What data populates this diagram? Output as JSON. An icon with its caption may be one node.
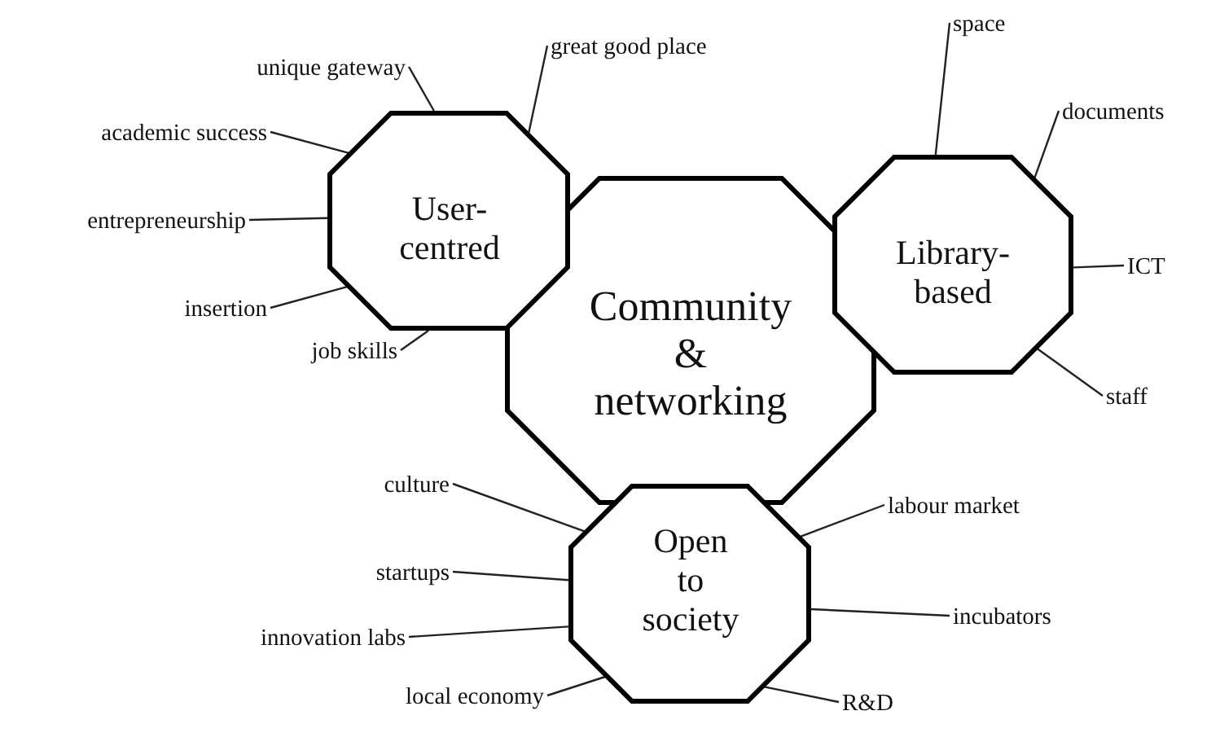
{
  "diagram": {
    "nodes": [
      {
        "text": [
          "Community & networking"
        ]
      },
      {
        "text": [
          "User- centred"
        ]
      },
      {
        "text": [
          "Library- based"
        ]
      },
      {
        "text": [
          "Open to society"
        ]
      },
      {
        "text": [
          "unique gateway"
        ]
      },
      {
        "text": [
          "great good place"
        ]
      },
      {
        "text": [
          "academic success"
        ]
      },
      {
        "text": [
          "entrepreneurship"
        ]
      },
      {
        "text": [
          "insertion"
        ]
      },
      {
        "text": [
          "job skills"
        ]
      },
      {
        "text": [
          "space"
        ]
      },
      {
        "text": [
          "documents"
        ]
      },
      {
        "text": [
          "ICT"
        ]
      },
      {
        "text": [
          "staff"
        ]
      },
      {
        "text": [
          "culture"
        ]
      },
      {
        "text": [
          "startups"
        ]
      },
      {
        "text": [
          "innovation labs"
        ]
      },
      {
        "text": [
          "local economy"
        ]
      },
      {
        "text": [
          "labour market"
        ]
      },
      {
        "text": [
          "incubators"
        ]
      },
      {
        "text": [
          "R&D"
        ]
      }
    ],
    "edges": [
      {
        "from": 4,
        "to": 1,
        "arrow": "none"
      },
      {
        "from": 5,
        "to": 1,
        "arrow": "none"
      },
      {
        "from": 6,
        "to": 1,
        "arrow": "none"
      },
      {
        "from": 7,
        "to": 1,
        "arrow": "none"
      },
      {
        "from": 8,
        "to": 1,
        "arrow": "none"
      },
      {
        "from": 9,
        "to": 1,
        "arrow": "none"
      },
      {
        "from": 10,
        "to": 2,
        "arrow": "none"
      },
      {
        "from": 11,
        "to": 2,
        "arrow": "none"
      },
      {
        "from": 12,
        "to": 2,
        "arrow": "none"
      },
      {
        "from": 13,
        "to": 2,
        "arrow": "none"
      },
      {
        "from": 14,
        "to": 3,
        "arrow": "none"
      },
      {
        "from": 15,
        "to": 3,
        "arrow": "none"
      },
      {
        "from": 16,
        "to": 3,
        "arrow": "none"
      },
      {
        "from": 17,
        "to": 3,
        "arrow": "none"
      },
      {
        "from": 18,
        "to": 3,
        "arrow": "none"
      },
      {
        "from": 19,
        "to": 3,
        "arrow": "none"
      },
      {
        "from": 20,
        "to": 3,
        "arrow": "none"
      }
    ]
  }
}
